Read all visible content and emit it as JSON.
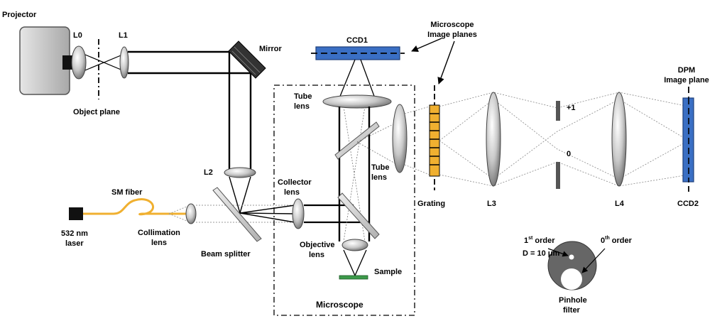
{
  "labels": {
    "projector": "Projector",
    "l0": "L0",
    "l1": "L1",
    "object_plane": "Object plane",
    "mirror": "Mirror",
    "ccd1": "CCD1",
    "microscope_image_planes_line1": "Microscope",
    "microscope_image_planes_line2": "Image planes",
    "dpm_line1": "DPM",
    "dpm_line2": "Image plane",
    "tube_lens_top_line1": "Tube",
    "tube_lens_top_line2": "lens",
    "tube_lens_right_line1": "Tube",
    "tube_lens_right_line2": "lens",
    "l2": "L2",
    "sm_fiber": "SM fiber",
    "collector_line1": "Collector",
    "collector_line2": "lens",
    "laser_line1": "532 nm",
    "laser_line2": "laser",
    "collimation_line1": "Collimation",
    "collimation_line2": "lens",
    "beam_splitter": "Beam splitter",
    "objective_line1": "Objective",
    "objective_line2": "lens",
    "sample": "Sample",
    "microscope": "Microscope",
    "grating": "Grating",
    "l3": "L3",
    "l4": "L4",
    "ccd2": "CCD2",
    "order_plus1": "+1",
    "order_zero": "0",
    "first_order_main": "1",
    "first_order_sup": "st",
    "first_order_rest": " order",
    "zeroth_order_main": "0",
    "zeroth_order_sup": "th",
    "zeroth_order_rest": " order",
    "pinhole_diameter": "D = 10 μm",
    "pinhole_line1": "Pinhole",
    "pinhole_line2": "filter"
  },
  "colors": {
    "ccd_fill": "#3a6fc4",
    "ccd_stroke": "#1f3f7a",
    "grating_fill": "#f0b030",
    "fiber": "#f0b030",
    "sample": "#3c9a4a",
    "lens_fill": "#bfbfbf",
    "projector_fill": "#c4c4c4",
    "pinhole_fill": "#666666"
  }
}
